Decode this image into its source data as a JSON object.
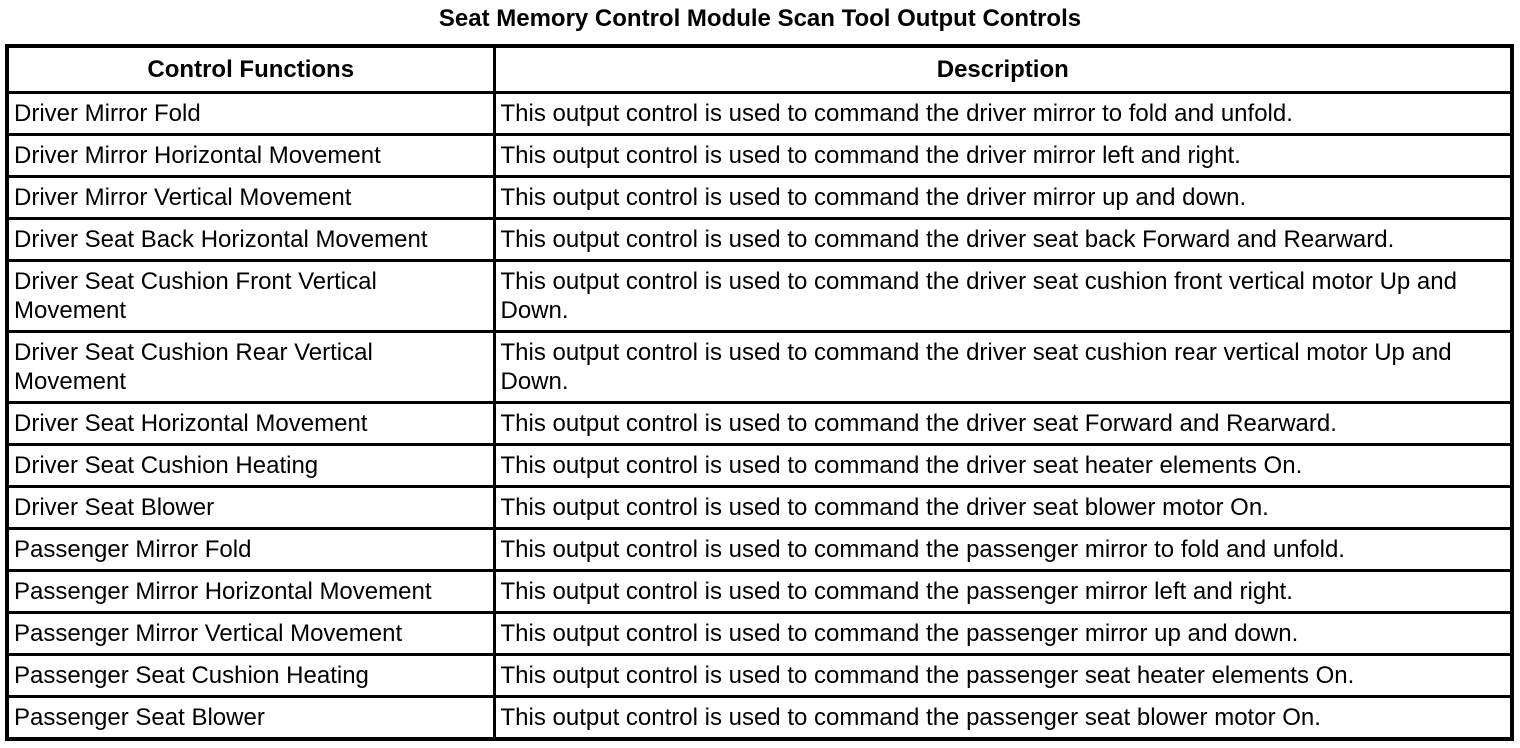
{
  "page_title": "Seat Memory Control Module Scan Tool Output Controls",
  "colors": {
    "text": "#000000",
    "background": "#ffffff",
    "border": "#000000"
  },
  "table": {
    "headers": {
      "control_functions": "Control Functions",
      "description": "Description"
    },
    "rows": [
      {
        "function": "Driver Mirror Fold",
        "description": "This output control is used to command the driver mirror to fold and unfold."
      },
      {
        "function": "Driver Mirror Horizontal Movement",
        "description": "This output control is used to command the driver mirror left and right."
      },
      {
        "function": "Driver Mirror Vertical Movement",
        "description": "This output control is used to command the driver mirror up and down."
      },
      {
        "function": "Driver Seat Back Horizontal Movement",
        "description": "This output control is used to command the driver seat back Forward and Rearward."
      },
      {
        "function": "Driver Seat Cushion Front Vertical Movement",
        "description": "This output control is used to command the driver seat cushion front vertical motor Up and Down."
      },
      {
        "function": "Driver Seat Cushion Rear Vertical Movement",
        "description": "This output control is used to command the driver seat cushion rear vertical motor Up and Down."
      },
      {
        "function": "Driver Seat Horizontal Movement",
        "description": "This output control is used to command the driver seat Forward and Rearward."
      },
      {
        "function": "Driver Seat Cushion Heating",
        "description": "This output control is used to command the driver seat heater elements On."
      },
      {
        "function": "Driver Seat Blower",
        "description": "This output control is used to command the driver seat blower motor On."
      },
      {
        "function": "Passenger Mirror Fold",
        "description": "This output control is used to command the passenger mirror to fold and unfold."
      },
      {
        "function": "Passenger Mirror Horizontal Movement",
        "description": "This output control is used to command the passenger mirror left and right."
      },
      {
        "function": "Passenger Mirror Vertical Movement",
        "description": "This output control is used to command the passenger mirror up and down."
      },
      {
        "function": "Passenger Seat Cushion Heating",
        "description": "This output control is used to command the passenger seat heater elements On."
      },
      {
        "function": "Passenger Seat Blower",
        "description": "This output control is used to command the passenger seat blower motor On."
      }
    ]
  }
}
